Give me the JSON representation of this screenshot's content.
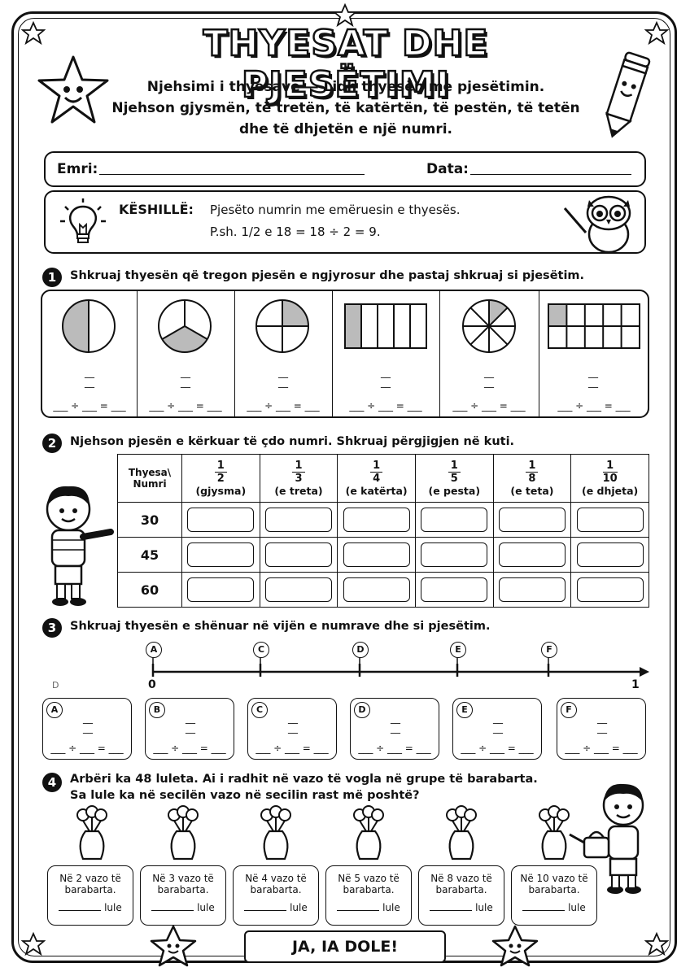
{
  "title": "THYESAT DHE PJESËTIMI",
  "subtitle_lines": [
    "Njehsimi i thyesave — Lidh thyesën me pjesëtimin.",
    "Njehson gjysmën, të tretën, të katërtën, të pestën, të tetën",
    "dhe të dhjetën e një numri."
  ],
  "name_label": "Emri:",
  "date_label": "Data:",
  "tip": {
    "label": "KËSHILLË:",
    "line1": "Pjesëto numrin me emëruesin e thyesës.",
    "line2": "P.sh. 1/2 e 18 = 18 ÷ 2 = 9."
  },
  "q1": {
    "number": "1",
    "text": "Shkruaj thyesën që tregon pjesën e ngjyrosur dhe pastaj shkruaj si pjesëtim.",
    "fraction_blank": "__",
    "division_blank": "___ ÷ ___ = ___"
  },
  "q2": {
    "number": "2",
    "text": "Njehson pjesën e kërkuar të çdo numri. Shkruaj përgjigjen në kuti.",
    "corner_line1": "Thyesa\\",
    "corner_line2": "Numri",
    "columns": [
      {
        "n": "1",
        "d": "2",
        "name": "(gjysma)"
      },
      {
        "n": "1",
        "d": "3",
        "name": "(e treta)"
      },
      {
        "n": "1",
        "d": "4",
        "name": "(e katërta)"
      },
      {
        "n": "1",
        "d": "5",
        "name": "(e pesta)"
      },
      {
        "n": "1",
        "d": "8",
        "name": "(e teta)"
      },
      {
        "n": "1",
        "d": "10",
        "name": "(e dhjeta)"
      }
    ],
    "rows": [
      "30",
      "45",
      "60"
    ]
  },
  "q3": {
    "number": "3",
    "text": "Shkruaj thyesën e shënuar në vijën e numrave dhe si pjesëtim.",
    "marks": [
      "A",
      "C",
      "D",
      "E",
      "F"
    ],
    "box_labels": [
      "A",
      "B",
      "C",
      "D",
      "E",
      "F"
    ],
    "start": "0",
    "end": "1",
    "stray": "D"
  },
  "q4": {
    "number": "4",
    "line1": "Arbëri ka 48 luleta. Ai i radhit në vazo të vogla në grupe të barabarta.",
    "line2": "Sa lule ka në secilën vazo në secilin rast më poshtë?",
    "boxes": [
      {
        "l1": "Në 2 vazo të",
        "l2": "barabarta."
      },
      {
        "l1": "Në 3 vazo të",
        "l2": "barabarta."
      },
      {
        "l1": "Në 4 vazo të",
        "l2": "barabarta."
      },
      {
        "l1": "Në 5 vazo të",
        "l2": "barabarta."
      },
      {
        "l1": "Në 8 vazo të",
        "l2": "barabarta."
      },
      {
        "l1": "Në 10 vazo të",
        "l2": "barabarta."
      }
    ],
    "unit": "lule"
  },
  "footer": "JA, IA DOLE!"
}
